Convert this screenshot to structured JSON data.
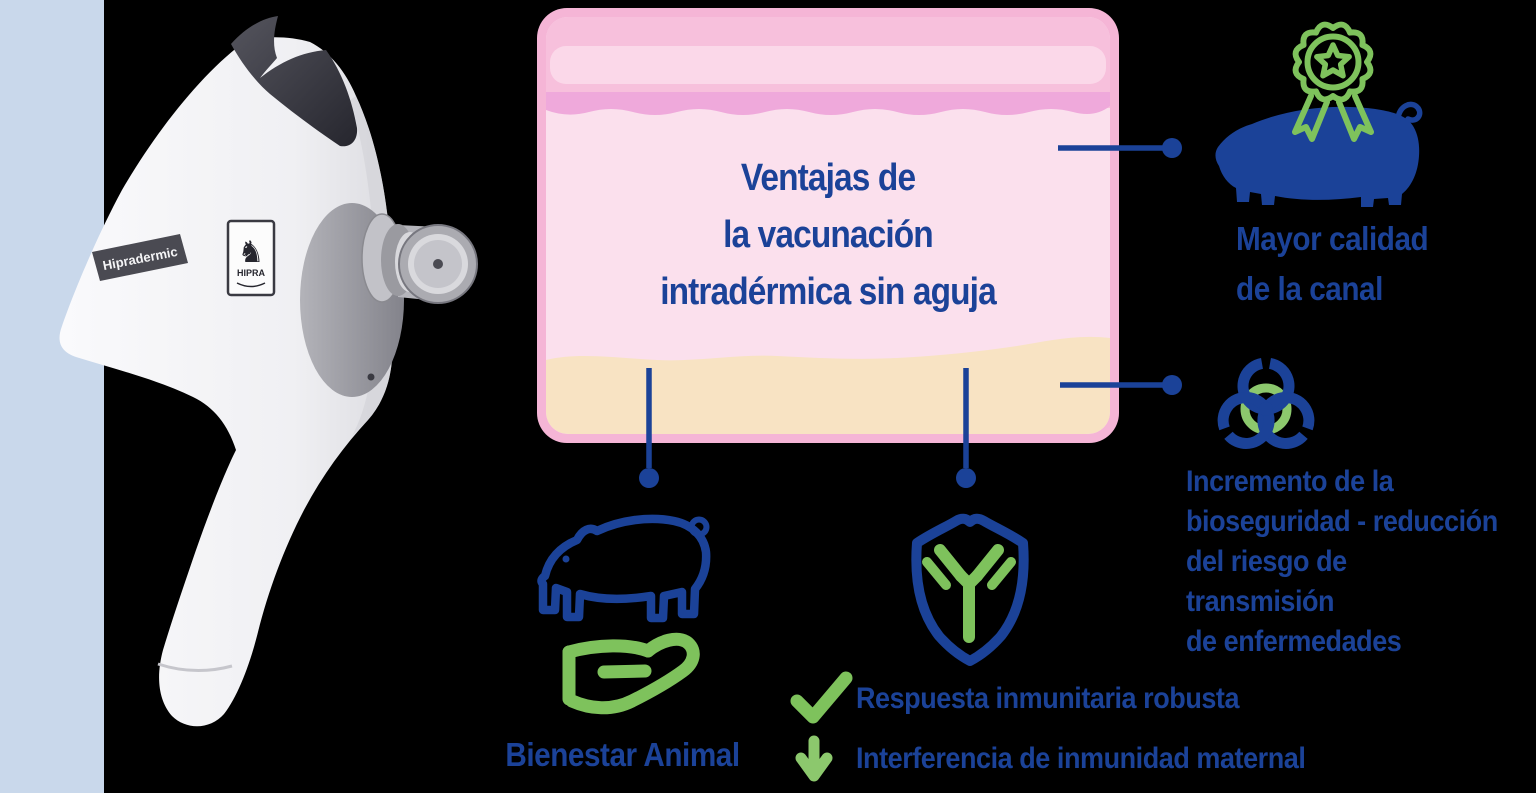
{
  "page": {
    "background_color": "#000000",
    "left_stripe_color": "#C9D8EB"
  },
  "colors": {
    "brand_blue": "#1B4298",
    "brand_green": "#7EC25C",
    "biohazard_green": "#8CC86D",
    "skin_border_pink": "#F5B5D6",
    "skin_epidermis_pink": "#F7C0DC",
    "skin_light_band_pink": "#FBD8E9",
    "skin_wavy_band_pink": "#EFA9DB",
    "skin_dermis_pink": "#FBE0ED",
    "skin_fat_cream": "#F8E3C3"
  },
  "device": {
    "label": "Hipradermic",
    "logo_text": "HIPRA",
    "logo_glyph": "♞"
  },
  "skin_diagram": {
    "title_lines": [
      "Ventajas de",
      "la vacunación",
      "intradérmica sin aguja"
    ]
  },
  "callouts": {
    "carcass_quality": {
      "icon": "pig-award-icon",
      "lines": [
        "Mayor calidad",
        "de la canal"
      ]
    },
    "biosecurity": {
      "icon": "biohazard-icon",
      "lines": [
        "Incremento de la",
        "bioseguridad - reducción",
        "del riesgo de transmisión",
        "de enfermedades"
      ]
    },
    "animal_welfare": {
      "icon": "pig-hand-icon",
      "label": "Bienestar Animal"
    },
    "immunity": {
      "icon": "shield-antibody-icon",
      "items": [
        {
          "icon": "check-icon",
          "label": "Respuesta inmunitaria robusta"
        },
        {
          "icon": "down-arrow-icon",
          "label": "Interferencia de inmunidad maternal"
        }
      ]
    }
  }
}
